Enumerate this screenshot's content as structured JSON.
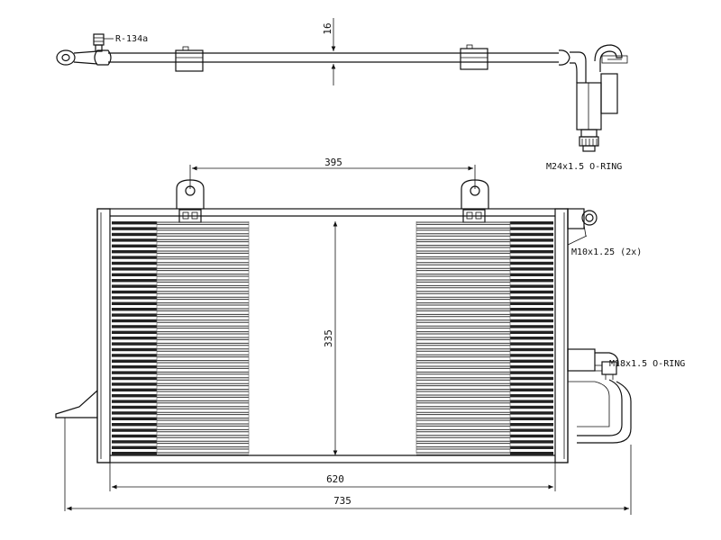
{
  "labels": {
    "refrigerant": "R-134a",
    "outlet_fitting": "M24x1.5 O-RING",
    "mount_bolts": "M10x1.25 (2x)",
    "inlet_fitting": "M18x1.5 O-RING"
  },
  "dimensions": {
    "pipe_offset": "16",
    "mount_spacing": "395",
    "core_height": "335",
    "core_width": "620",
    "overall_width": "735"
  }
}
